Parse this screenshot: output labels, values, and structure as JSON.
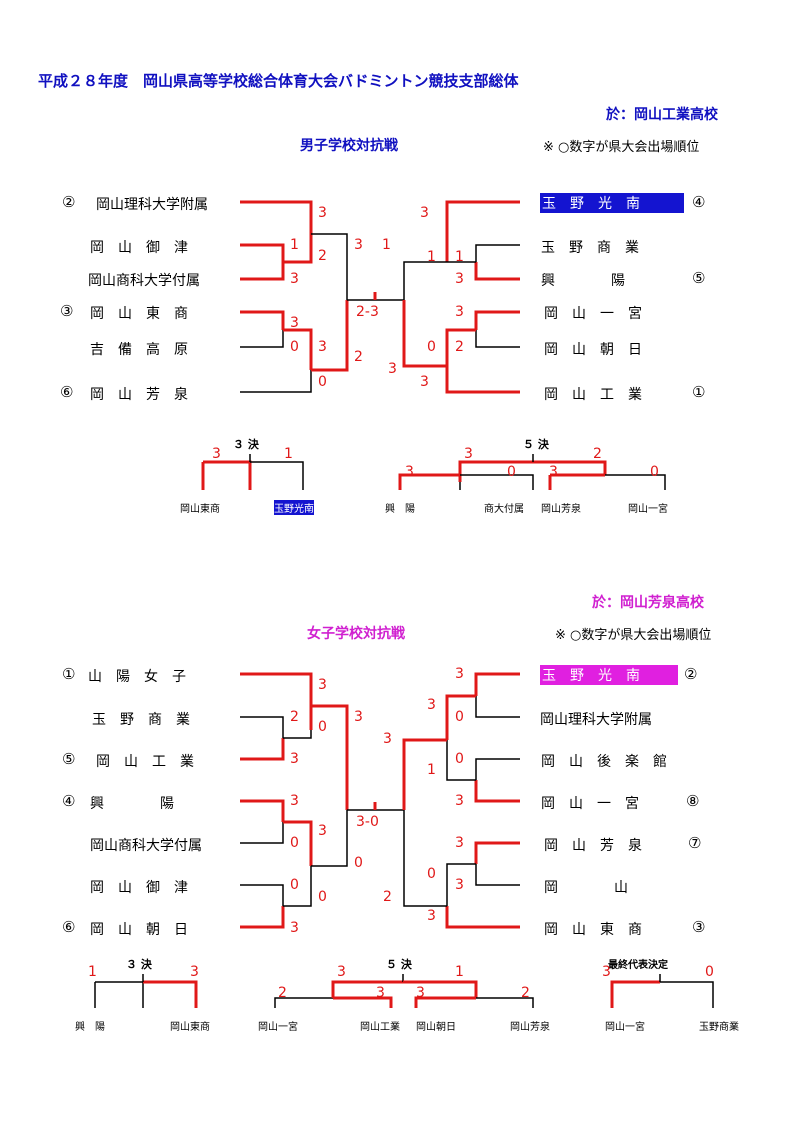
{
  "header": {
    "title": "平成２８年度　岡山県高等学校総合体育大会バドミントン競技支部総体"
  },
  "boys": {
    "venue": "於：岡山工業高校",
    "event": "男子学校対抗戦",
    "note": "※ ○数字が県大会出場順位",
    "left_teams": [
      {
        "seed": "②",
        "name": "岡山理科大学附属"
      },
      {
        "seed": "",
        "name": "岡　山　御　津"
      },
      {
        "seed": "",
        "name": "岡山商科大学付属"
      },
      {
        "seed": "③",
        "name": "岡　山　東　商"
      },
      {
        "seed": "",
        "name": "吉　備　高　原"
      },
      {
        "seed": "⑥",
        "name": "岡　山　芳　泉"
      }
    ],
    "right_teams": [
      {
        "seed": "④",
        "name": "玉　野　光　南"
      },
      {
        "seed": "",
        "name": "玉　野　商　業"
      },
      {
        "seed": "⑤",
        "name": "興　　　　陽"
      },
      {
        "seed": "",
        "name": "岡　山　一　宮"
      },
      {
        "seed": "",
        "name": "岡　山　朝　日"
      },
      {
        "seed": "①",
        "name": "岡　山　工　業"
      }
    ],
    "scores": [
      "3",
      "1",
      "2",
      "3",
      "3",
      "0",
      "3",
      "0",
      "3",
      "1",
      "2",
      "3",
      "3",
      "1",
      "1",
      "3",
      "3",
      "0",
      "2",
      "3",
      "3",
      "2-3"
    ],
    "third": {
      "title": "３ 決",
      "left": "岡山東商",
      "right": "玉野光南",
      "s1": "3",
      "s2": "1"
    },
    "fifth": {
      "title": "５ 決",
      "t1": "興　陽",
      "t2": "商大付属",
      "t3": "岡山芳泉",
      "t4": "岡山一宮",
      "s_a": "3",
      "s_b": "3",
      "s_c": "0",
      "s_d": "3",
      "s_e": "2",
      "s_f": "0"
    }
  },
  "girls": {
    "venue": "於：岡山芳泉高校",
    "event": "女子学校対抗戦",
    "note": "※ ○数字が県大会出場順位",
    "left_teams": [
      {
        "seed": "①",
        "name": "山　陽　女　子"
      },
      {
        "seed": "",
        "name": "玉　野　商　業"
      },
      {
        "seed": "⑤",
        "name": "岡　山　工　業"
      },
      {
        "seed": "④",
        "name": "興　　　　陽"
      },
      {
        "seed": "",
        "name": "岡山商科大学付属"
      },
      {
        "seed": "",
        "name": "岡　山　御　津"
      },
      {
        "seed": "⑥",
        "name": "岡　山　朝　日"
      }
    ],
    "right_teams": [
      {
        "seed": "②",
        "name": "玉　野　光　南"
      },
      {
        "seed": "",
        "name": "岡山理科大学附属"
      },
      {
        "seed": "",
        "name": "岡　山　後　楽　館"
      },
      {
        "seed": "⑧",
        "name": "岡　山　一　宮"
      },
      {
        "seed": "⑦",
        "name": "岡　山　芳　泉"
      },
      {
        "seed": "",
        "name": "岡　　　　山"
      },
      {
        "seed": "③",
        "name": "岡　山　東　商"
      }
    ],
    "scores": [
      "3",
      "2",
      "0",
      "3",
      "3",
      "0",
      "3",
      "0",
      "0",
      "3",
      "3",
      "3",
      "0",
      "3",
      "3",
      "0",
      "3",
      "1",
      "3",
      "0",
      "0",
      "3",
      "3",
      "2",
      "3-0"
    ],
    "third": {
      "title": "３ 決",
      "left": "興　陽",
      "right": "岡山東商",
      "s1": "1",
      "s2": "3"
    },
    "fifth": {
      "title": "５ 決",
      "t1": "岡山一宮",
      "t2": "岡山工業",
      "t3": "岡山朝日",
      "t4": "岡山芳泉",
      "s_a": "2",
      "s_b": "3",
      "s_c": "3",
      "s_d": "3",
      "s_e": "1",
      "s_f": "2"
    },
    "final_rep": {
      "title": "最終代表決定",
      "left": "岡山一宮",
      "right": "玉野商業",
      "s1": "3",
      "s2": "0"
    }
  }
}
